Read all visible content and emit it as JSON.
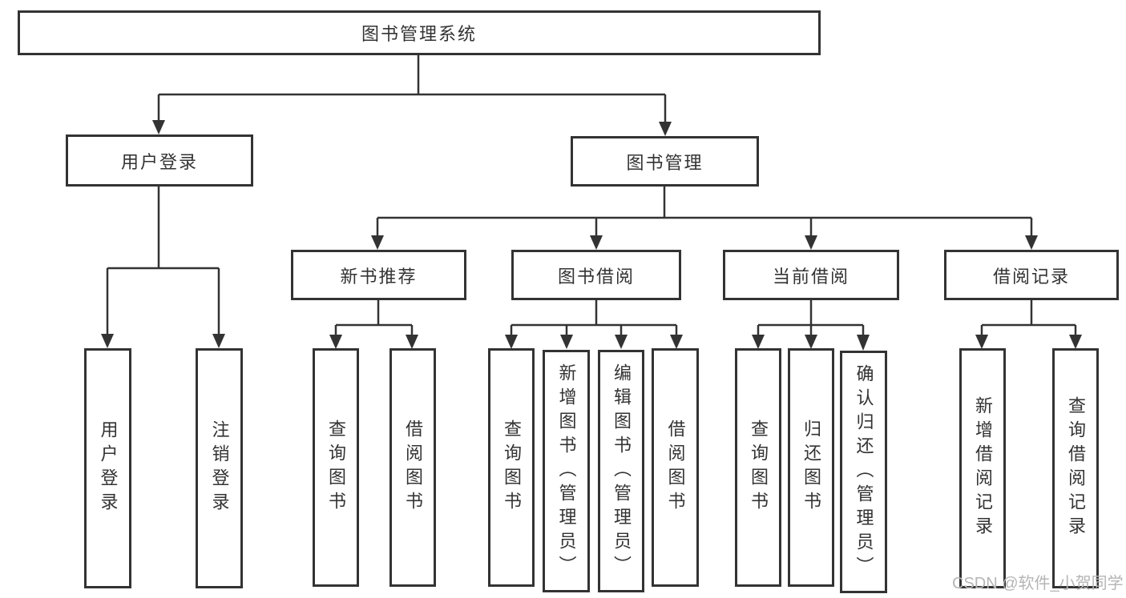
{
  "nodes": {
    "root": {
      "label": "图书管理系统"
    },
    "user_login": {
      "label": "用户登录"
    },
    "book_management": {
      "label": "图书管理"
    },
    "new_book_recommend": {
      "label": "新书推荐"
    },
    "book_borrowing": {
      "label": "图书借阅"
    },
    "current_borrowing": {
      "label": "当前借阅"
    },
    "borrowing_records": {
      "label": "借阅记录"
    },
    "leaf_user_login": {
      "label": "用户登录"
    },
    "leaf_logout": {
      "label": "注销登录"
    },
    "leaf_query_books_1": {
      "label": "查询图书"
    },
    "leaf_borrow_books_1": {
      "label": "借阅图书"
    },
    "leaf_query_books_2": {
      "label": "查询图书"
    },
    "leaf_add_books_admin": {
      "label": "新增图书（管理员）"
    },
    "leaf_edit_books_admin": {
      "label": "编辑图书（管理员）"
    },
    "leaf_borrow_books_2": {
      "label": "借阅图书"
    },
    "leaf_query_books_3": {
      "label": "查询图书"
    },
    "leaf_return_books": {
      "label": "归还图书"
    },
    "leaf_confirm_return_admin": {
      "label": "确认归还（管理员）"
    },
    "leaf_add_borrow_record": {
      "label": "新增借阅记录"
    },
    "leaf_query_borrow_record": {
      "label": "查询借阅记录"
    }
  },
  "watermark": {
    "text": "CSDN @软件_小贺同学"
  },
  "colors": {
    "line": "#333333",
    "text": "#333333",
    "watermark": "#b5b5b5",
    "background": "#ffffff"
  }
}
